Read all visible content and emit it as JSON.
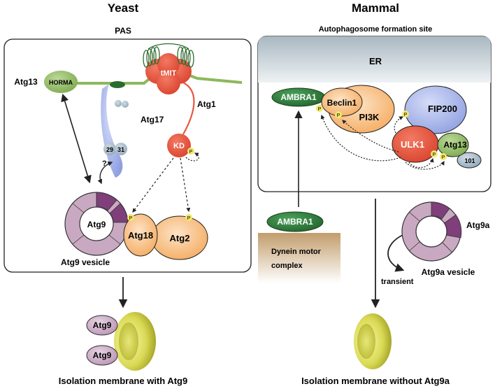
{
  "yeast": {
    "heading": "Yeast",
    "panel_title": "PAS",
    "tmit": "tMIT",
    "horma": "HORMA",
    "atg13": "Atg13",
    "atg17": "Atg17",
    "atg1": "Atg1",
    "kd": "KD",
    "p": "P",
    "n29": "29",
    "n31": "31",
    "question": "?",
    "atg9": "Atg9",
    "atg18": "Atg18",
    "atg2": "Atg2",
    "atg9_vesicle": "Atg9 vesicle",
    "bottom_atg9_a": "Atg9",
    "bottom_atg9_b": "Atg9",
    "caption": "Isolation membrane with Atg9"
  },
  "mammal": {
    "heading": "Mammal",
    "panel_title": "Autophagosome formation site",
    "er": "ER",
    "ambra1": "AMBRA1",
    "beclin1": "Beclin1",
    "pi3k": "PI3K",
    "fip200": "FIP200",
    "ulk1": "ULK1",
    "atg13": "Atg13",
    "n101": "101",
    "p": "P",
    "ambra1_lower": "AMBRA1",
    "dynein_line1": "Dynein motor",
    "dynein_line2": "complex",
    "atg9a": "Atg9a",
    "atg9a_vesicle": "Atg9a vesicle",
    "transient": "transient",
    "caption": "Isolation membrane without Atg9a"
  },
  "colors": {
    "green_membrane": "#8db85a",
    "red_atg1": "#e8573f",
    "blue_atg17": "#9fb1e0",
    "gray_small": "#9ab0c2",
    "orange": "#f6b26b",
    "purple_ring": "#c9a9c2",
    "purple_dark": "#7e3f7a",
    "yellow_p": "#f3e86b",
    "dark_green": "#2f7a3c",
    "dynein_brown": "#c9a678",
    "er_gray": "#b9c6cd"
  }
}
